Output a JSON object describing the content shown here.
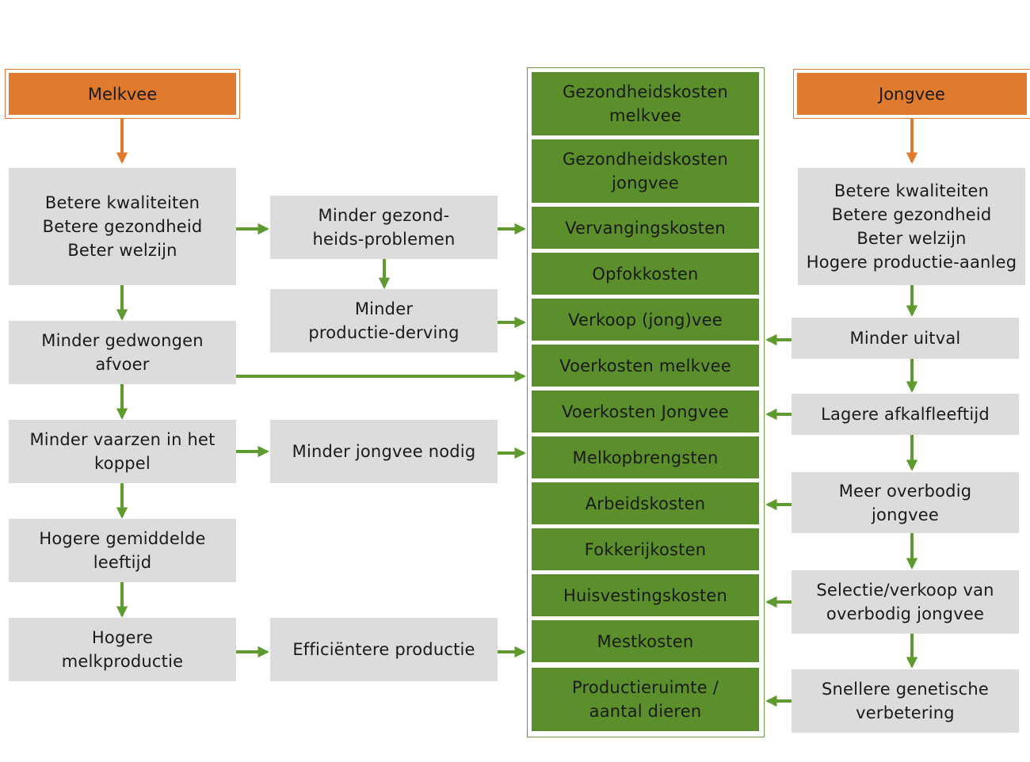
{
  "left_header": "Melkvee",
  "right_header": "Jongvee",
  "left_column": [
    "Betere kwaliteiten\nBetere gezondheid\nBeter welzijn",
    "Minder gedwongen\nafvoer",
    "Minder vaarzen in het\nkoppel",
    "Hogere gemiddelde\nleeftijd",
    "Hogere\nmelkproductie"
  ],
  "middle_column": [
    "Minder gezond-\nheids-problemen",
    "Minder\nproductie-derving",
    "Minder jongvee nodig",
    "Efficiëntere productie"
  ],
  "right_column": [
    "Betere kwaliteiten\nBetere gezondheid\nBeter welzijn\nHogere productie-aanleg",
    "Minder uitval",
    "Lagere afkalfleeftijd",
    "Meer overbodig\njongvee",
    "Selectie/verkoop van\noverbodig jongvee",
    "Snellere genetische\nverbetering"
  ],
  "cost_items": [
    "Gezondheidskosten\nmelkvee",
    "Gezondheidskosten\njongvee",
    "Vervangingskosten",
    "Opfokkosten",
    "Verkoop (jong)vee",
    "Voerkosten melkvee",
    "Voerkosten Jongvee",
    "Melkopbrengsten",
    "Arbeidskosten",
    "Fokkerijkosten",
    "Huisvestingskosten",
    "Mestkosten",
    "Productieruimte /\naantal dieren"
  ],
  "colors": {
    "orange": "#e07a2e",
    "green": "#5b8f2b",
    "gray": "#dcdcdc",
    "arrow_green": "#5e9a2e",
    "arrow_orange": "#e07a2e"
  }
}
